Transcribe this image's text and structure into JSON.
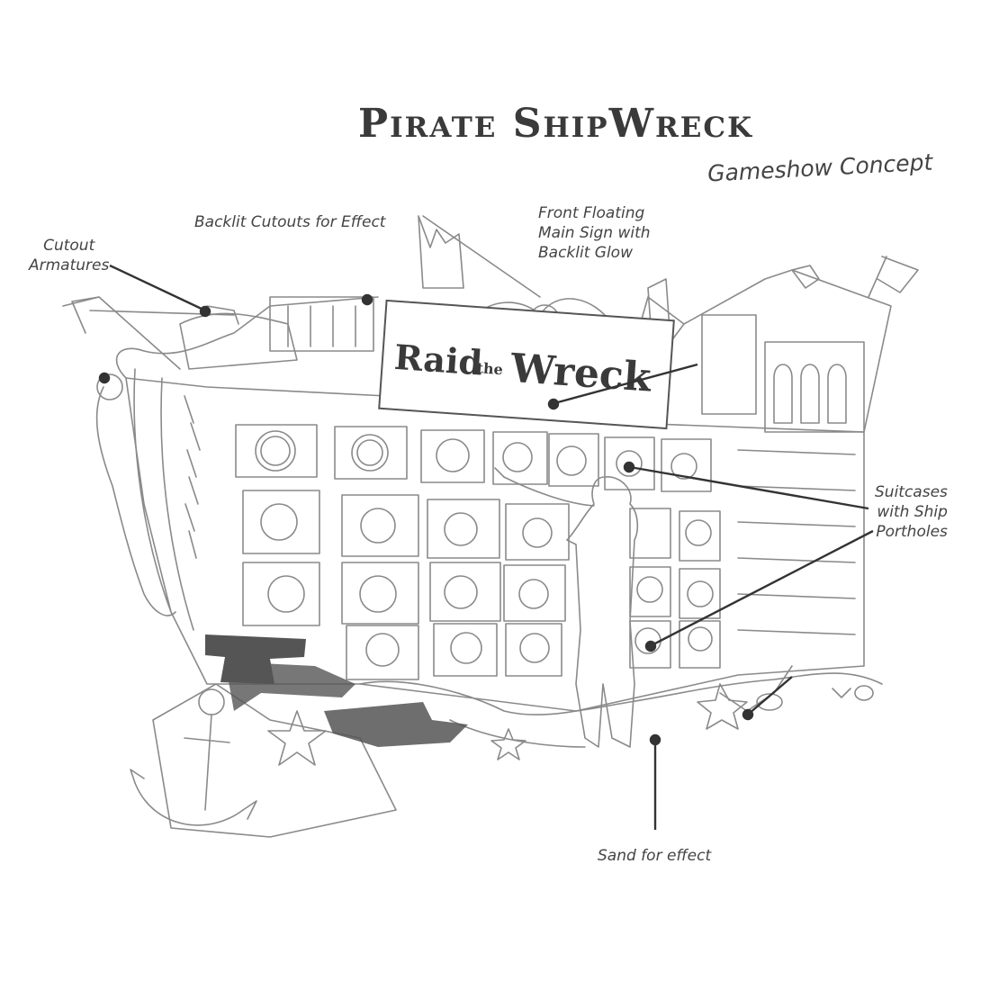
{
  "title": "Pirate ShipWreck",
  "subtitle": "Gameshow Concept",
  "sign": {
    "word1": "Raid",
    "word2": "the",
    "word3": "Wreck"
  },
  "annotations": {
    "cutout_armatures": [
      "Cutout",
      "Armatures"
    ],
    "backlit_cutouts": "Backlit Cutouts for Effect",
    "front_sign": [
      "Front Floating",
      "Main Sign with",
      "Backlit Glow"
    ],
    "suitcases": [
      "Suitcases",
      "with Ship",
      "Portholes"
    ],
    "sand": "Sand for effect"
  },
  "colors": {
    "ink": "#3a3a3a",
    "pencil": "#8a8a8a",
    "paper": "#ffffff"
  }
}
